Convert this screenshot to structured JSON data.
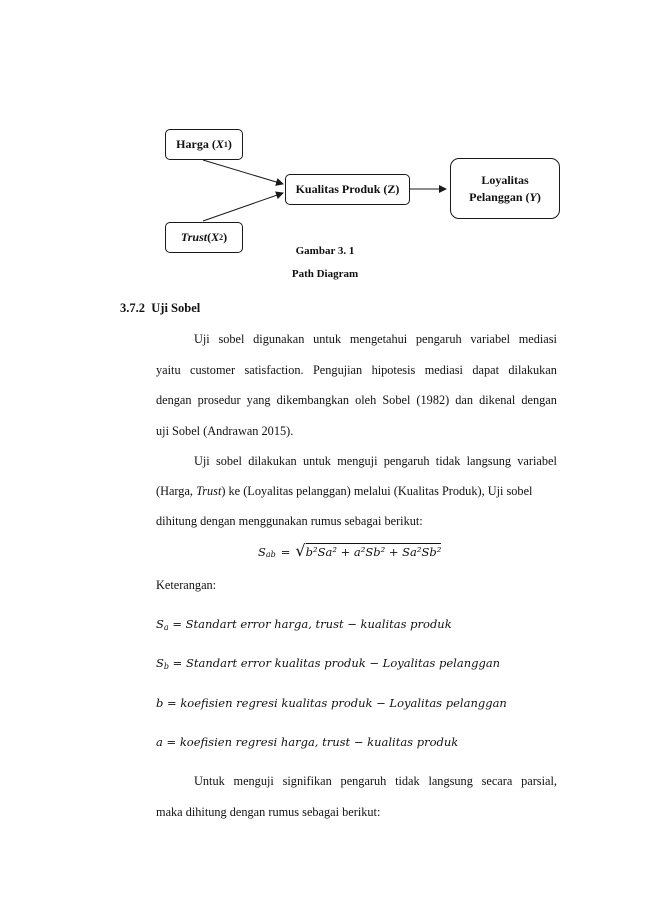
{
  "diagram": {
    "node_harga": {
      "text": "Harga (",
      "var": "X",
      "sub": "1",
      "close": ")"
    },
    "node_trust": {
      "word": "Trust",
      "text": " (",
      "var": "X",
      "sub": "2",
      "close": ")"
    },
    "node_kualitas": {
      "text": "Kualitas Produk (Z)"
    },
    "node_loyalitas": {
      "line1": "Loyalitas",
      "line2a": "Pelanggan (",
      "var": "Y",
      "line2b": ")"
    },
    "caption_number": "Gambar 3. 1",
    "caption_title": "Path Diagram"
  },
  "section": {
    "number": "3.7.2",
    "title": "Uji Sobel"
  },
  "paragraph1": {
    "lines": [
      [
        "Uji",
        "sobel",
        "digunakan",
        "untuk",
        "mengetahui",
        "pengaruh",
        "variabel",
        "mediasi"
      ],
      [
        "yaitu",
        "customer",
        "satisfaction.",
        "Pengujian",
        "hipotesis",
        "mediasi",
        "dapat",
        "dilakukan"
      ],
      [
        "dengan",
        "prosedur",
        "yang",
        "dikembangkan",
        "oleh",
        "Sobel",
        "(1982)",
        "dan",
        "dikenal",
        "dengan"
      ]
    ],
    "last_line": "uji Sobel (Andrawan 2015)."
  },
  "paragraph2": {
    "lines": [
      [
        "Uji",
        "sobel",
        "dilakukan",
        "untuk",
        "menguji",
        "pengaruh",
        "tidak",
        "langsung",
        "variabel"
      ]
    ],
    "line2_pre": "(Harga, ",
    "line2_italic": "Trust",
    "line2_post": ") ke (Loyalitas pelanggan) melalui (Kualitas Produk), Uji sobel",
    "last_line": "dihitung dengan menggunakan rumus sebagai berikut:"
  },
  "formula": {
    "lhs": "S",
    "lhs_sub": "ab",
    "rhs": "b²Sa² + a²Sb² + Sa²Sb²"
  },
  "keterangan_label": "Keterangan:",
  "definitions": [
    {
      "sym": "S",
      "sub": "a",
      "text": "Standart error harga, trust − kualitas produk"
    },
    {
      "sym": "S",
      "sub": "b",
      "text": "Standart error kualitas produk − Loyalitas pelanggan"
    },
    {
      "sym": "b",
      "sub": "",
      "text": "koefisien regresi kualitas produk − Loyalitas pelanggan"
    },
    {
      "sym": "a",
      "sub": "",
      "text": "koefisien regresi harga, trust − kualitas produk"
    }
  ],
  "paragraph3": {
    "lines": [
      [
        "Untuk",
        "menguji",
        "signifikan",
        "pengaruh",
        "tidak",
        "langsung",
        "secara",
        "parsial,"
      ]
    ],
    "last_line": "maka dihitung dengan rumus sebagai berikut:"
  }
}
